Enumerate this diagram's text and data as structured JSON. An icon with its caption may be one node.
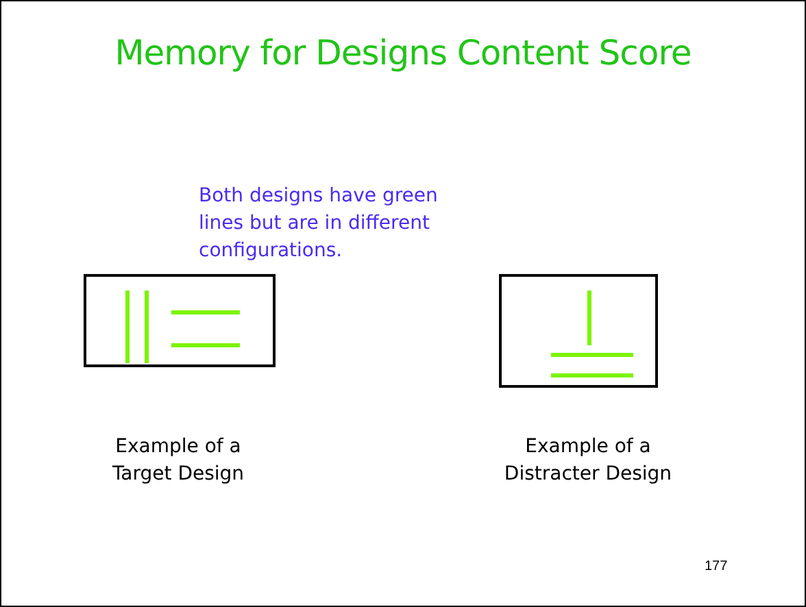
{
  "diagram": {
    "title": "Memory for Designs Content Score",
    "nodes": [
      {
        "text": [],
        "shape": "picture",
        "beside": [
          "Example of a Target Design"
        ]
      },
      {
        "text": [],
        "shape": "picture",
        "beside": [
          "Example of a Distracter Design"
        ]
      }
    ],
    "labels": [
      "Both designs have green lines but are in different configurations.",
      "177"
    ]
  }
}
